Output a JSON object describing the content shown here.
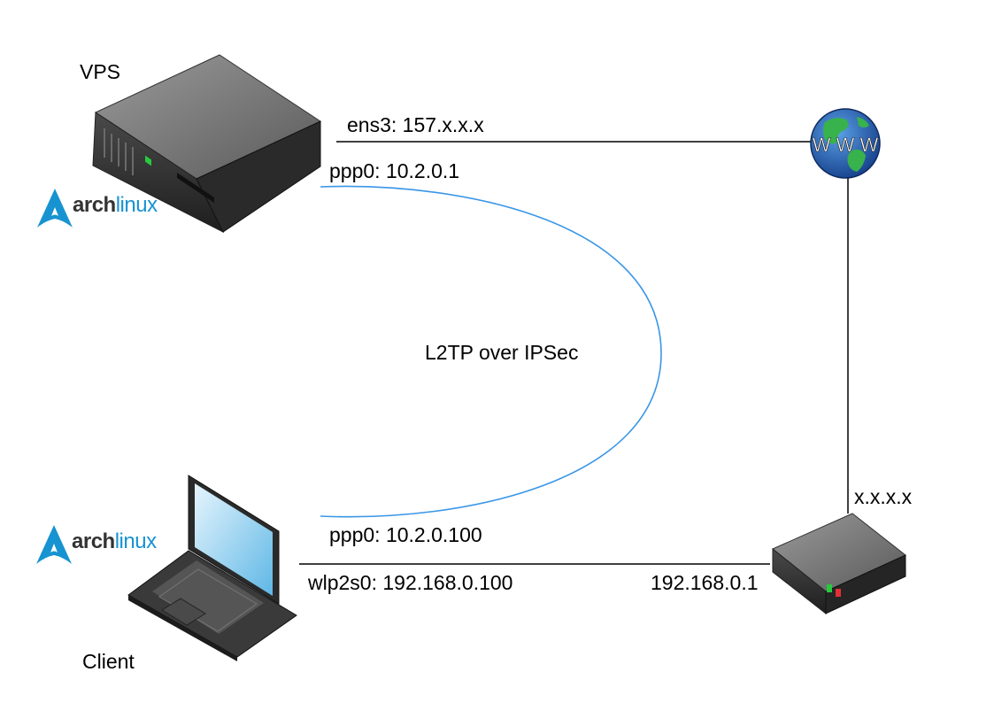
{
  "nodes": {
    "vps": {
      "label": "VPS"
    },
    "client": {
      "label": "Client"
    }
  },
  "interfaces": {
    "vps_ens3": "ens3: 157.x.x.x",
    "vps_ppp0": "ppp0: 10.2.0.1",
    "client_ppp0": "ppp0: 10.2.0.100",
    "client_wlp2s0": "wlp2s0: 192.168.0.100",
    "router_lan": "192.168.0.1",
    "router_wan": "x.x.x.x"
  },
  "tunnel_label": "L2TP over IPSec",
  "logos": {
    "vps": {
      "bold": "arch",
      "normal": "linux"
    },
    "client": {
      "bold": "arch",
      "normal": "linux"
    }
  },
  "globe_text": "W W W",
  "colors": {
    "tunnel": "#3a96e6",
    "arch_blue": "#1793d1",
    "link": "#000000"
  }
}
